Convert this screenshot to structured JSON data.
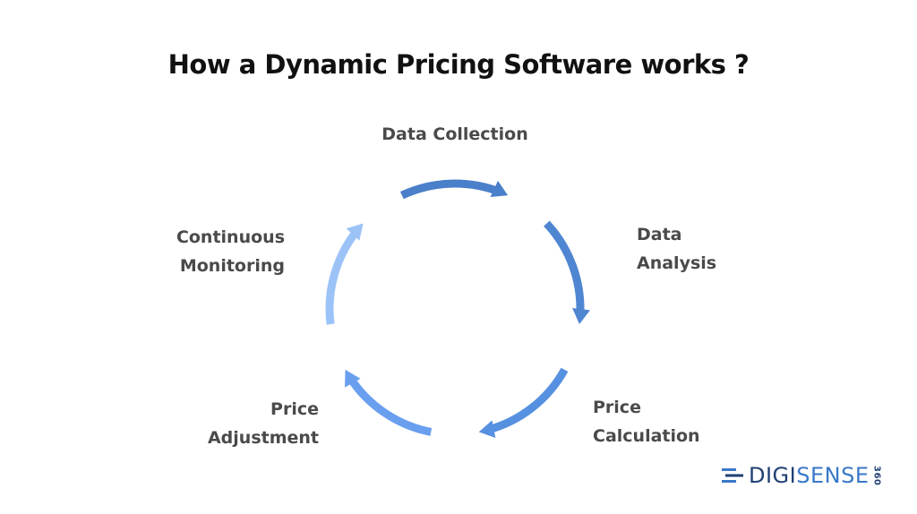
{
  "title": "How a Dynamic Pricing Software works ?",
  "steps": [
    {
      "lines": [
        "Data Collection"
      ],
      "color": "#4a7fc9"
    },
    {
      "lines": [
        "Data",
        "Analysis"
      ],
      "color": "#4f86d2"
    },
    {
      "lines": [
        "Price",
        "Calculation"
      ],
      "color": "#5690e0"
    },
    {
      "lines": [
        "Price",
        "Adjustment"
      ],
      "color": "#6a9ff0"
    },
    {
      "lines": [
        "Continuous",
        "Monitoring"
      ],
      "color": "#9cc3f8"
    }
  ],
  "logo": {
    "part1": "DIGI",
    "part2": "SENSE",
    "badge": "360"
  }
}
